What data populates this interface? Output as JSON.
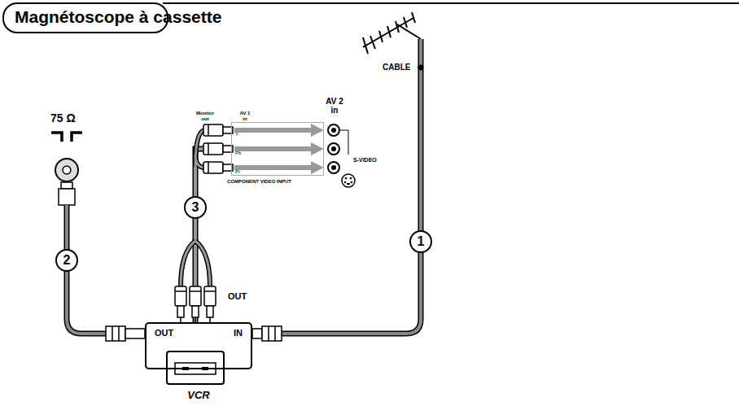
{
  "diagram": {
    "title": "Magnétoscope à cassette",
    "nodes": [
      {
        "text": [
          "Y",
          "Pb",
          "Pr",
          "COMPONENT VIDEO INPUT"
        ]
      },
      {
        "text": [
          "3"
        ]
      },
      {
        "text": [
          "2"
        ]
      },
      {
        "text": [
          "1"
        ]
      },
      {
        "text": [
          "OUT",
          "IN",
          "VCR"
        ]
      }
    ],
    "edges": [
      {
        "from": 4,
        "to": 0,
        "arrow": "none"
      }
    ],
    "labels": [
      "75 Ω",
      "CABLE",
      "Monitor out",
      "AV 1 in",
      "AV 2 in",
      "S-VIDEO",
      "OUT"
    ]
  }
}
